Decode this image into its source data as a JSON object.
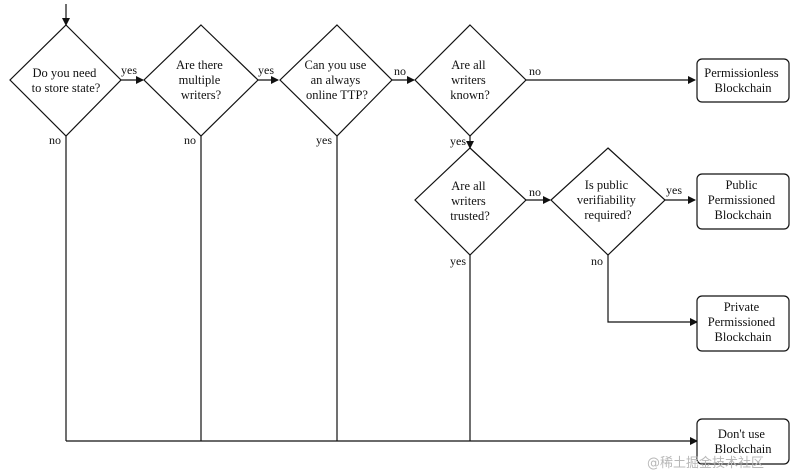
{
  "nodes": {
    "q_state": [
      "Do you need",
      "to store state?"
    ],
    "q_multiple": [
      "Are there",
      "multiple",
      "writers?"
    ],
    "q_ttp": [
      "Can you use",
      "an always",
      "online TTP?"
    ],
    "q_known": [
      "Are all",
      "writers",
      "known?"
    ],
    "q_trusted": [
      "Are all",
      "writers",
      "trusted?"
    ],
    "q_public": [
      "Is public",
      "verifiability",
      "required?"
    ],
    "r_permissionless": [
      "Permissionless",
      "Blockchain"
    ],
    "r_public_permissioned": [
      "Public",
      "Permissioned",
      "Blockchain"
    ],
    "r_private_permissioned": [
      "Private",
      "Permissioned",
      "Blockchain"
    ],
    "r_dont_use": [
      "Don't use",
      "Blockchain"
    ]
  },
  "edges": {
    "state_yes": "yes",
    "state_no": "no",
    "multiple_yes": "yes",
    "multiple_no": "no",
    "ttp_no": "no",
    "ttp_yes": "yes",
    "known_no": "no",
    "known_yes": "yes",
    "trusted_no": "no",
    "trusted_yes": "yes",
    "public_yes": "yes",
    "public_no": "no"
  },
  "watermark": "@稀土掘金技术社区",
  "colors": {
    "line": "#111111",
    "background": "#ffffff",
    "watermark": "#b8b8b8"
  }
}
